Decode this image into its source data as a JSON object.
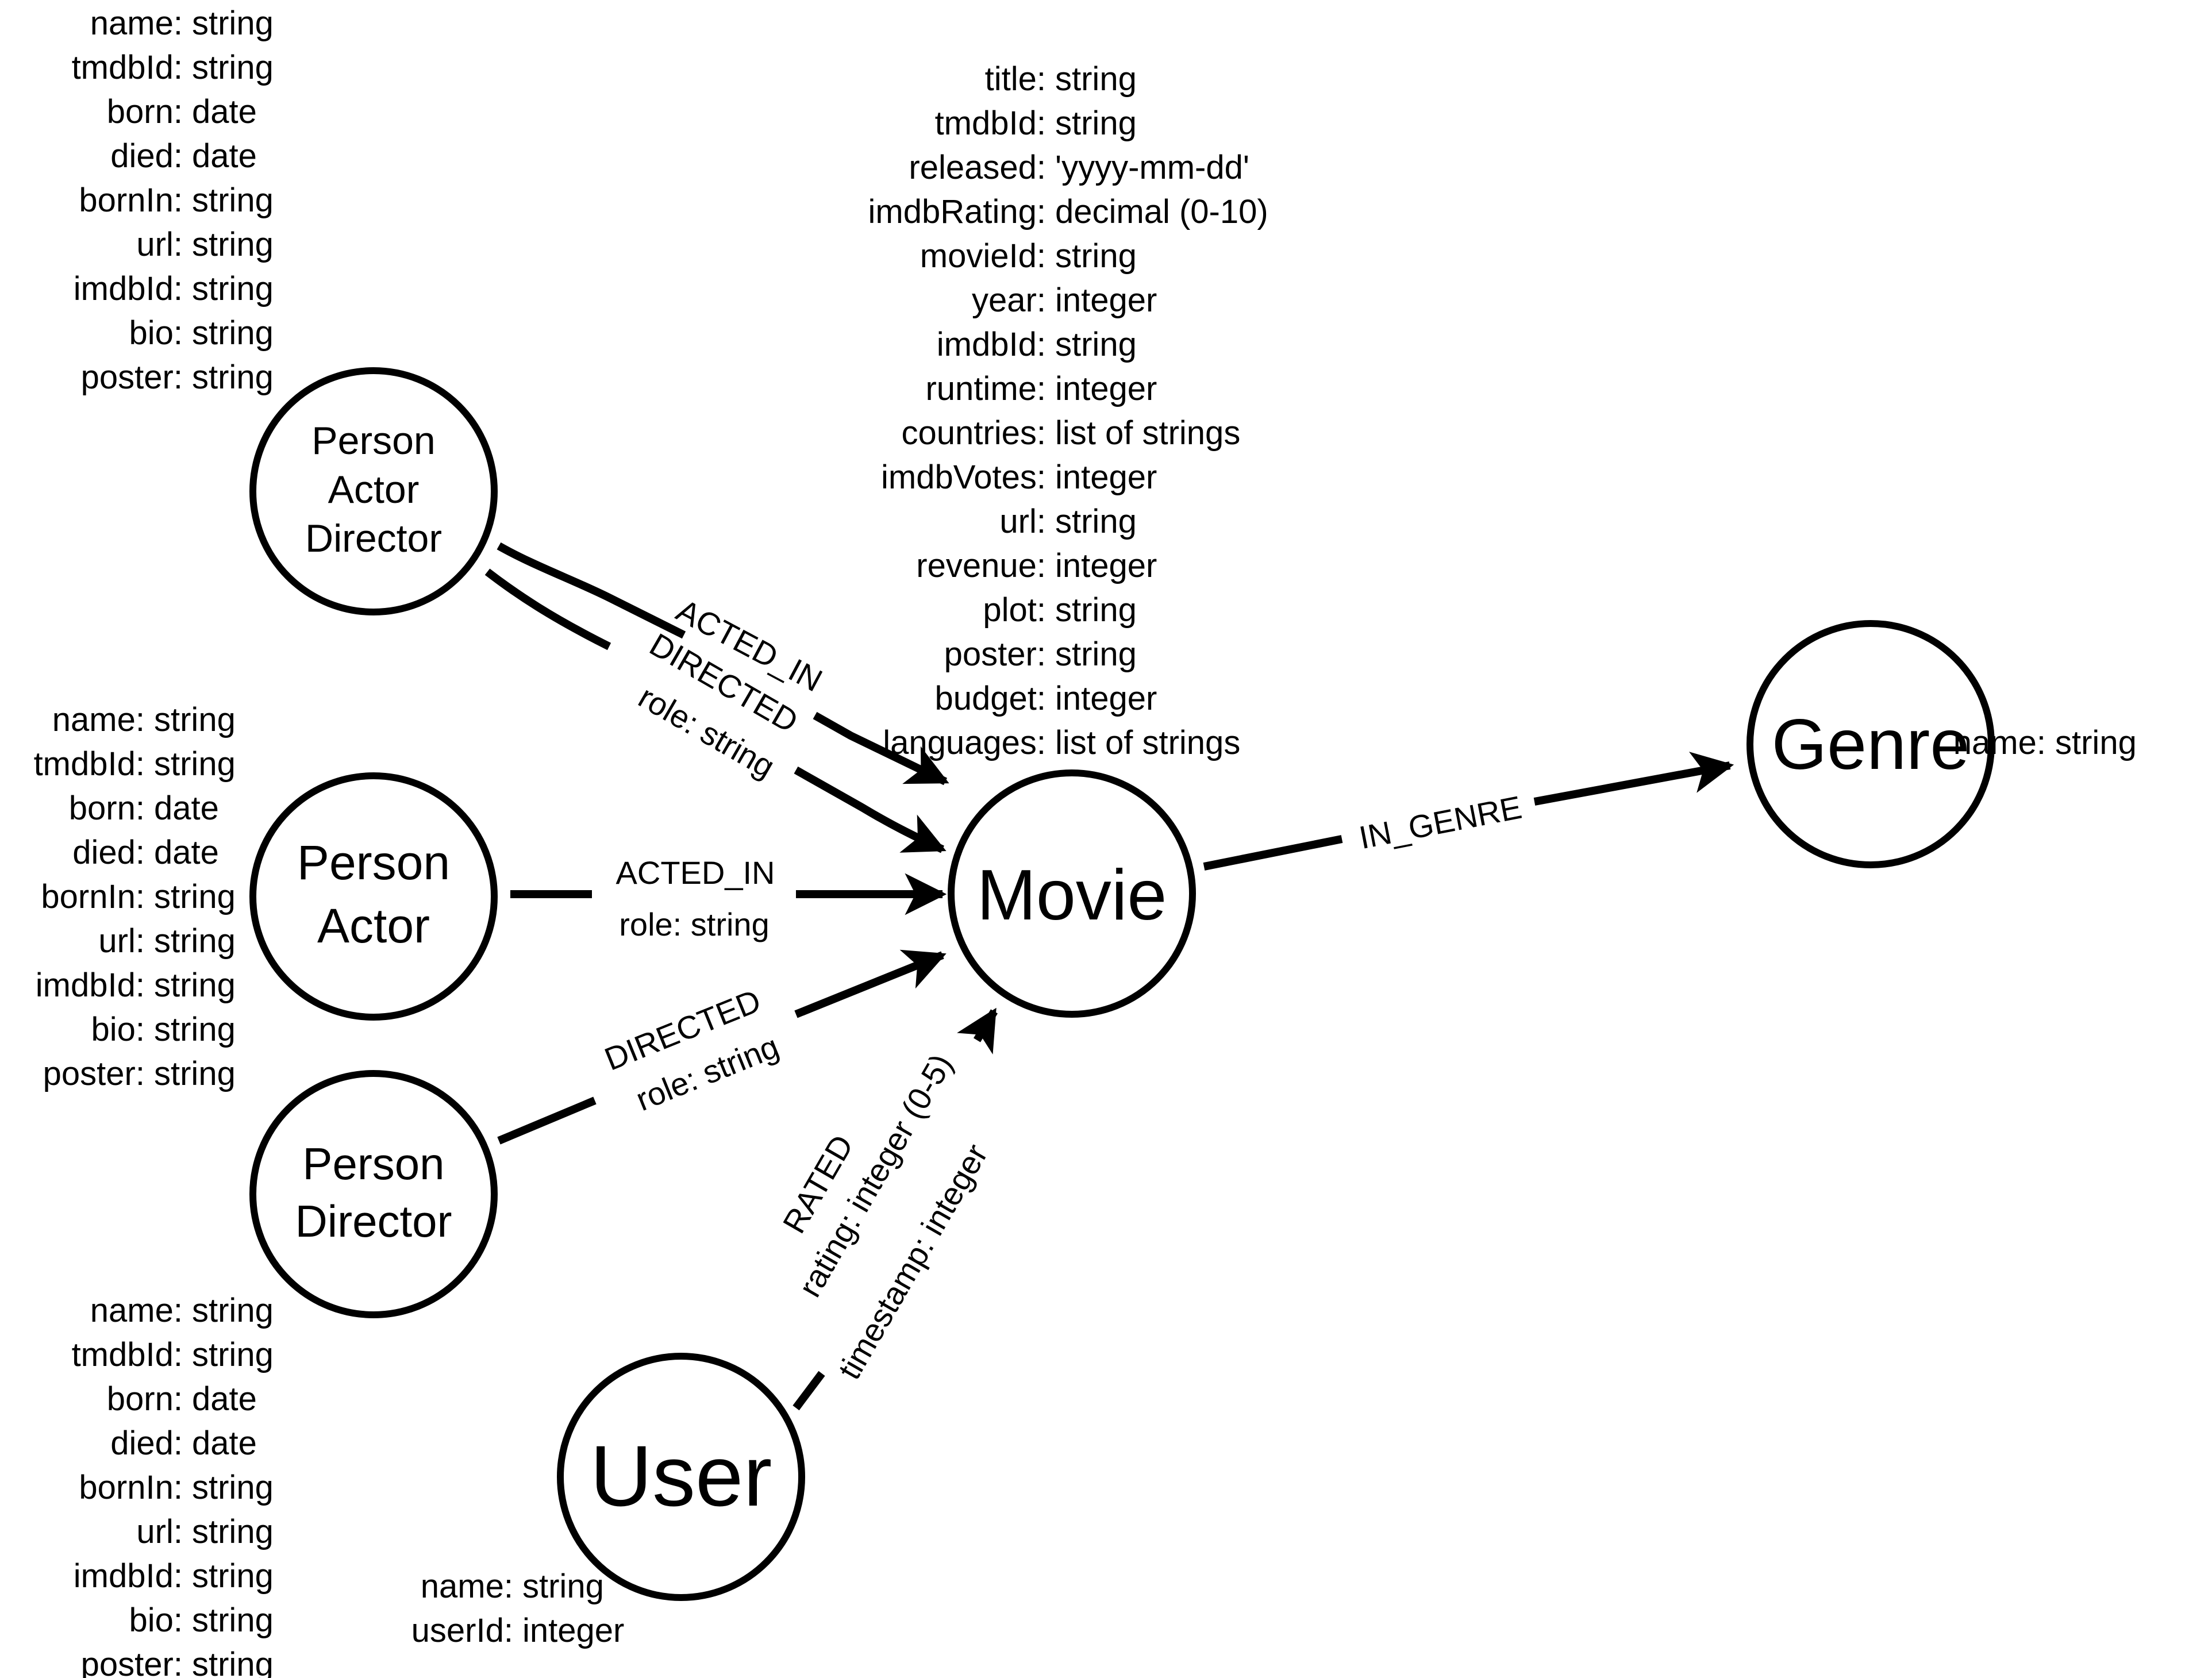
{
  "nodes": {
    "person_actor_director": {
      "lines": [
        "Person",
        "Actor",
        "Director"
      ]
    },
    "person_actor": {
      "lines": [
        "Person",
        "Actor"
      ]
    },
    "person_director": {
      "lines": [
        "Person",
        "Director"
      ]
    },
    "movie": {
      "lines": [
        "Movie"
      ]
    },
    "genre": {
      "lines": [
        "Genre"
      ]
    },
    "user": {
      "lines": [
        "User"
      ]
    }
  },
  "properties": {
    "person_actor_director": [
      {
        "key": "name",
        "type": "string"
      },
      {
        "key": "tmdbId",
        "type": "string"
      },
      {
        "key": "born",
        "type": "date"
      },
      {
        "key": "died",
        "type": "date"
      },
      {
        "key": "bornIn",
        "type": "string"
      },
      {
        "key": "url",
        "type": "string"
      },
      {
        "key": "imdbId",
        "type": "string"
      },
      {
        "key": "bio",
        "type": "string"
      },
      {
        "key": "poster",
        "type": "string"
      }
    ],
    "person_actor": [
      {
        "key": "name",
        "type": "string"
      },
      {
        "key": "tmdbId",
        "type": "string"
      },
      {
        "key": "born",
        "type": "date"
      },
      {
        "key": "died",
        "type": "date"
      },
      {
        "key": "bornIn",
        "type": "string"
      },
      {
        "key": "url",
        "type": "string"
      },
      {
        "key": "imdbId",
        "type": "string"
      },
      {
        "key": "bio",
        "type": "string"
      },
      {
        "key": "poster",
        "type": "string"
      }
    ],
    "person_director": [
      {
        "key": "name",
        "type": "string"
      },
      {
        "key": "tmdbId",
        "type": "string"
      },
      {
        "key": "born",
        "type": "date"
      },
      {
        "key": "died",
        "type": "date"
      },
      {
        "key": "bornIn",
        "type": "string"
      },
      {
        "key": "url",
        "type": "string"
      },
      {
        "key": "imdbId",
        "type": "string"
      },
      {
        "key": "bio",
        "type": "string"
      },
      {
        "key": "poster",
        "type": "string"
      }
    ],
    "movie": [
      {
        "key": "title",
        "type": "string"
      },
      {
        "key": "tmdbId",
        "type": "string"
      },
      {
        "key": "released",
        "type": "'yyyy-mm-dd'"
      },
      {
        "key": "imdbRating",
        "type": "decimal (0-10)"
      },
      {
        "key": "movieId",
        "type": "string"
      },
      {
        "key": "year",
        "type": "integer"
      },
      {
        "key": "imdbId",
        "type": "string"
      },
      {
        "key": "runtime",
        "type": "integer"
      },
      {
        "key": "countries",
        "type": "list of strings"
      },
      {
        "key": "imdbVotes",
        "type": "integer"
      },
      {
        "key": "url",
        "type": "string"
      },
      {
        "key": "revenue",
        "type": "integer"
      },
      {
        "key": "plot",
        "type": "string"
      },
      {
        "key": "poster",
        "type": "string"
      },
      {
        "key": "budget",
        "type": "integer"
      },
      {
        "key": "languages",
        "type": "list of strings"
      }
    ],
    "genre": [
      {
        "key": "name",
        "type": "string"
      }
    ],
    "user": [
      {
        "key": "name",
        "type": "string"
      },
      {
        "key": "userId",
        "type": "integer"
      }
    ]
  },
  "edges": {
    "pad_acted_in": {
      "label": "ACTED_IN"
    },
    "pad_directed": {
      "label": "DIRECTED",
      "prop": "role: string"
    },
    "pa_acted_in": {
      "label": "ACTED_IN",
      "prop": "role: string"
    },
    "pd_directed": {
      "label": "DIRECTED",
      "prop": "role: string"
    },
    "in_genre": {
      "label": "IN_GENRE"
    },
    "rated": {
      "label": "RATED",
      "props": [
        "rating: integer (0-5)",
        "timestamp: integer"
      ]
    }
  }
}
